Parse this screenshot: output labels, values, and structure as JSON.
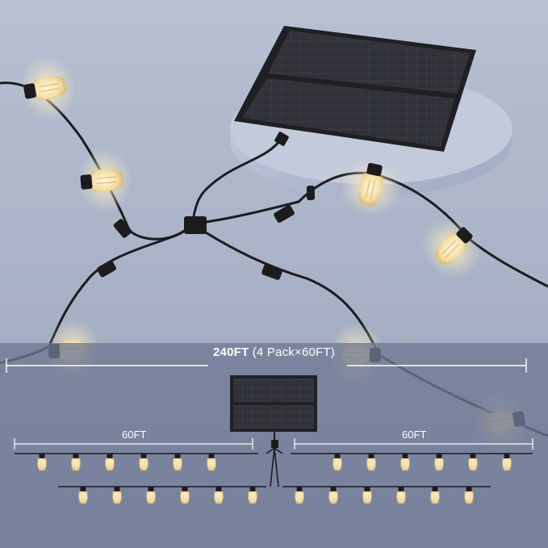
{
  "product": {
    "total_length": "240FT",
    "total_breakdown": "(4 Pack×60FT)",
    "segment_label_left": "60FT",
    "segment_label_right": "60FT"
  },
  "diagram": {
    "bulbs_per_row": 6,
    "strings_in_pack": 4
  },
  "colors": {
    "background": "#a9b2c6",
    "overlay": "#76809c",
    "cable": "#1c1c1f",
    "panel": "#2b2d33",
    "bulb_glow": "#f7e6bd",
    "dimension_line": "#ffffff"
  }
}
